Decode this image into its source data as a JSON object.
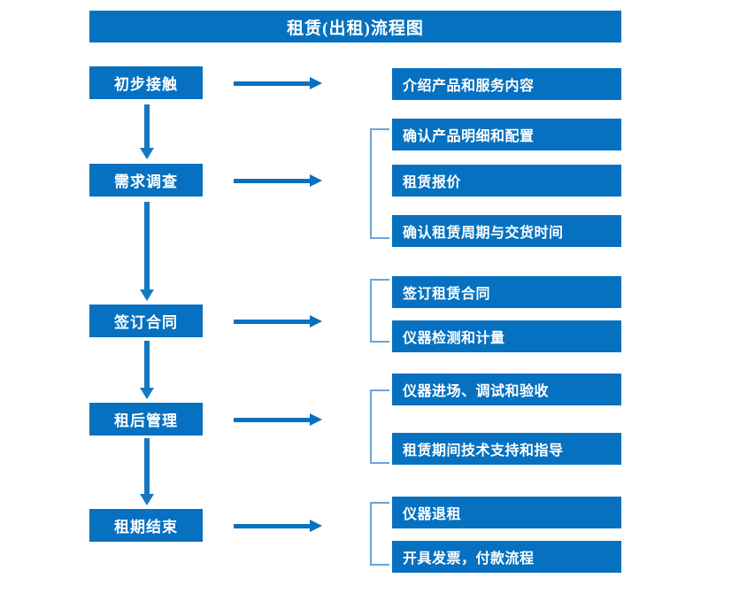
{
  "title": "租赁(出租)流程图",
  "colors": {
    "primary": "#0671c0",
    "bracket": "#6ba4d8",
    "text": "#ffffff",
    "background": "#ffffff"
  },
  "stages": [
    {
      "label": "初步接触"
    },
    {
      "label": "需求调查"
    },
    {
      "label": "签订合同"
    },
    {
      "label": "租后管理"
    },
    {
      "label": "租期结束"
    }
  ],
  "details": [
    {
      "label": "介绍产品和服务内容"
    },
    {
      "label": "确认产品明细和配置"
    },
    {
      "label": "租赁报价"
    },
    {
      "label": "确认租赁周期与交货时间"
    },
    {
      "label": "签订租赁合同"
    },
    {
      "label": "仪器检测和计量"
    },
    {
      "label": "仪器进场、调试和验收"
    },
    {
      "label": "租赁期间技术支持和指导"
    },
    {
      "label": "仪器退租"
    },
    {
      "label": "开具发票，付款流程"
    }
  ],
  "groups": [
    {
      "stage": "初步接触",
      "details": [
        "介绍产品和服务内容"
      ],
      "bracket": false
    },
    {
      "stage": "需求调查",
      "details": [
        "确认产品明细和配置",
        "租赁报价",
        "确认租赁周期与交货时间"
      ],
      "bracket": true
    },
    {
      "stage": "签订合同",
      "details": [
        "签订租赁合同",
        "仪器检测和计量"
      ],
      "bracket": true
    },
    {
      "stage": "租后管理",
      "details": [
        "仪器进场、调试和验收",
        "租赁期间技术支持和指导"
      ],
      "bracket": true
    },
    {
      "stage": "租期结束",
      "details": [
        "仪器退租",
        "开具发票，付款流程"
      ],
      "bracket": true
    }
  ]
}
